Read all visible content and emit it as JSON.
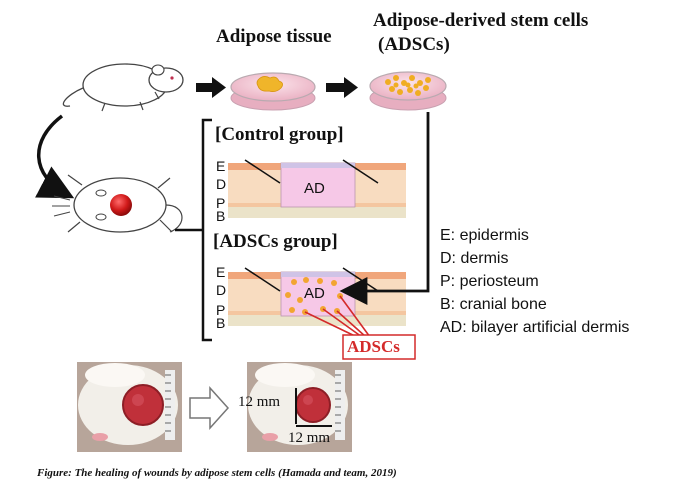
{
  "titles": {
    "adipose_tissue": "Adipose tissue",
    "adscs_line1": "Adipose-derived stem cells",
    "adscs_line2": "(ADSCs)"
  },
  "groups": {
    "control_title": "[Control group]",
    "adscs_title": "[ADSCs group]"
  },
  "layers": {
    "E": "E",
    "D": "D",
    "P": "P",
    "B": "B",
    "AD": "AD"
  },
  "legend": [
    "E: epidermis",
    "D: dermis",
    "P: periosteum",
    "B: cranial bone",
    "AD: bilayer artificial dermis"
  ],
  "adscs_label": "ADSCs",
  "scale": {
    "vertical": "12 mm",
    "horizontal": "12 mm"
  },
  "caption": "Figure: The healing of wounds by adipose stem cells (Hamada and team, 2019)",
  "colors": {
    "epidermis": "#f2b48c",
    "dermis": "#f7d7b8",
    "artificial_dermis": "#f5c9e6",
    "bone": "#e8e1c8",
    "cells": "#f2a531",
    "adscs_red": "#d42a2a",
    "wound_red": "#c0303a"
  }
}
